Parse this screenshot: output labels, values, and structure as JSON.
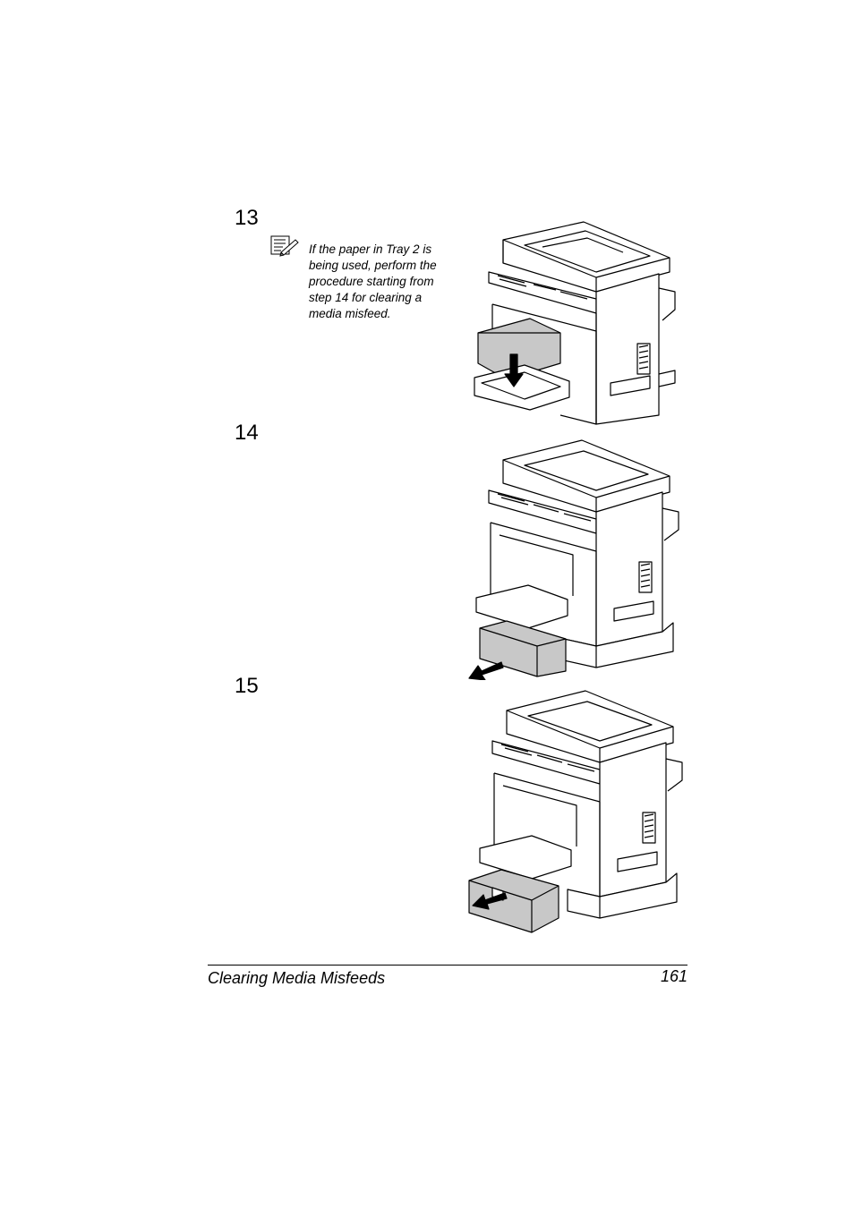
{
  "steps": [
    {
      "number": "13"
    },
    {
      "number": "14"
    },
    {
      "number": "15"
    }
  ],
  "note": {
    "icon": "note-pencil-icon",
    "lines": [
      "If the paper in Tray 2 is",
      "being used, perform the",
      "procedure starting from",
      "step 14 for clearing a",
      "media misfeed."
    ]
  },
  "footer": {
    "title": "Clearing Media Misfeeds",
    "page": "161"
  },
  "colors": {
    "line": "#000000",
    "tray_fill": "#c8c8c8"
  }
}
